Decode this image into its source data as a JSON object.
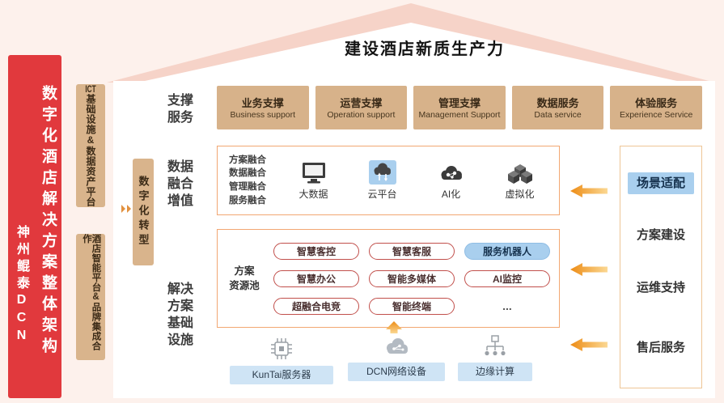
{
  "roof": {
    "title": "建设酒店新质生产力"
  },
  "banner": {
    "title": "数字化酒店解决方案整体架构",
    "subtitle": "神州鲲泰DCN"
  },
  "left_rail": {
    "ict_prefix": "ICT",
    "ict_rest": "基础设施&数据资产平台",
    "hotel_box": "酒店智能平台&品牌集成合作",
    "transform_box": "数字化转型"
  },
  "sections": {
    "support_label": "支撑服务",
    "fusion_label": "数据融合增值",
    "infra_label": "解决方案基础设施"
  },
  "support_boxes": [
    {
      "zh": "业务支撑",
      "en": "Business support"
    },
    {
      "zh": "运营支撑",
      "en": "Operation support"
    },
    {
      "zh": "管理支撑",
      "en": "Management Support"
    },
    {
      "zh": "数据服务",
      "en": "Data service"
    },
    {
      "zh": "体验服务",
      "en": "Experience Service"
    }
  ],
  "fusion": {
    "list": [
      "方案融合",
      "数据融合",
      "管理融合",
      "服务融合"
    ],
    "items": [
      {
        "label": "大数据",
        "icon": "big-data-icon",
        "highlight": false
      },
      {
        "label": "云平台",
        "icon": "cloud-platform-icon",
        "highlight": true
      },
      {
        "label": "AI化",
        "icon": "ai-icon",
        "highlight": false
      },
      {
        "label": "虚拟化",
        "icon": "virtualization-icon",
        "highlight": false
      }
    ]
  },
  "infra": {
    "pool_label": "方案\n资源池",
    "pills": [
      [
        {
          "label": "智慧客控"
        },
        {
          "label": "智慧客服"
        },
        {
          "label": "服务机器人",
          "highlight": true
        }
      ],
      [
        {
          "label": "智慧办公"
        },
        {
          "label": "智能多媒体"
        },
        {
          "label": "AI监控"
        }
      ],
      [
        {
          "label": "超融合电竞"
        },
        {
          "label": "智能终端"
        },
        {
          "label": "...",
          "plain": true
        }
      ]
    ]
  },
  "hardware": [
    {
      "label": "KunTai服务器",
      "icon": "server-chip-icon"
    },
    {
      "label": "DCN网络设备",
      "icon": "network-cloud-icon"
    },
    {
      "label": "边缘计算",
      "icon": "edge-computing-icon"
    }
  ],
  "right_panel": [
    {
      "label": "场景适配",
      "highlight": true
    },
    {
      "label": "方案建设",
      "highlight": false
    },
    {
      "label": "运维支持",
      "highlight": false
    },
    {
      "label": "售后服务",
      "highlight": false
    }
  ],
  "colors": {
    "banner_red": "#e1393d",
    "rail_tan": "#d9b48c",
    "panel_border_orange": "#f2a772",
    "highlight_blue": "#a9cfee",
    "hardware_label_blue": "#cfe4f5",
    "pill_border_red": "#c14f4b",
    "arrow_orange": "#ed8c15",
    "roof_pink": "#f6d3c8"
  }
}
